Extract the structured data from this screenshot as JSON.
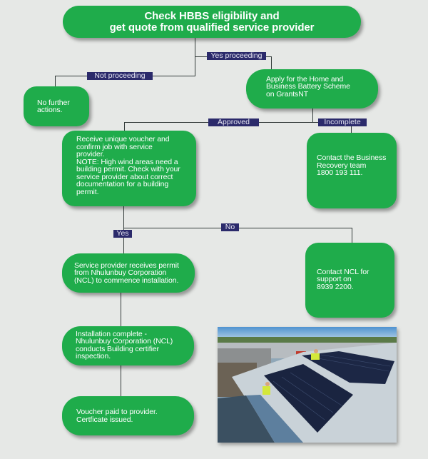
{
  "colors": {
    "background": "#e6e8e6",
    "box_fill": "#1fac4b",
    "box_text": "#ffffff",
    "label_fill": "#2b2a6b",
    "label_text": "#e8e8f4",
    "connector": "#333b3a"
  },
  "flowchart": {
    "start": {
      "text": "Check HBBS eligibility and\nget quote from qualified service provider"
    },
    "branches": {
      "yes_proceeding": "Yes proceeding",
      "not_proceeding": "Not proceeding",
      "approved": "Approved",
      "incomplete": "Incomplete",
      "yes": "Yes",
      "no": "No"
    },
    "nodes": {
      "no_further": "No further\nactions.",
      "apply": "Apply for the Home and\nBusiness Battery Scheme\non GrantsNT",
      "receive_voucher": "Receive unique voucher and\nconfirm job with service\nprovider.\nNOTE: High wind areas need a\nbuilding permit. Check with your\nservice provider about correct\ndocumentation for a building\npermit.",
      "contact_recovery": "Contact the Business\nRecovery team\n1800 193 111.",
      "permit": "Service provider receives permit\nfrom Nhulunbuy Corporation\n(NCL) to commence installation.",
      "contact_ncl": "Contact NCL for\nsupport on\n8939 2200.",
      "installation": "Installation complete -\nNhulunbuy Corporation (NCL)\nconducts Building certifier\ninspection.",
      "voucher_paid": "Voucher paid to provider.\nCertficate issued."
    }
  },
  "photo": {
    "description": "Workers in hi-vis installing solar panels on a corrugated metal roof"
  }
}
